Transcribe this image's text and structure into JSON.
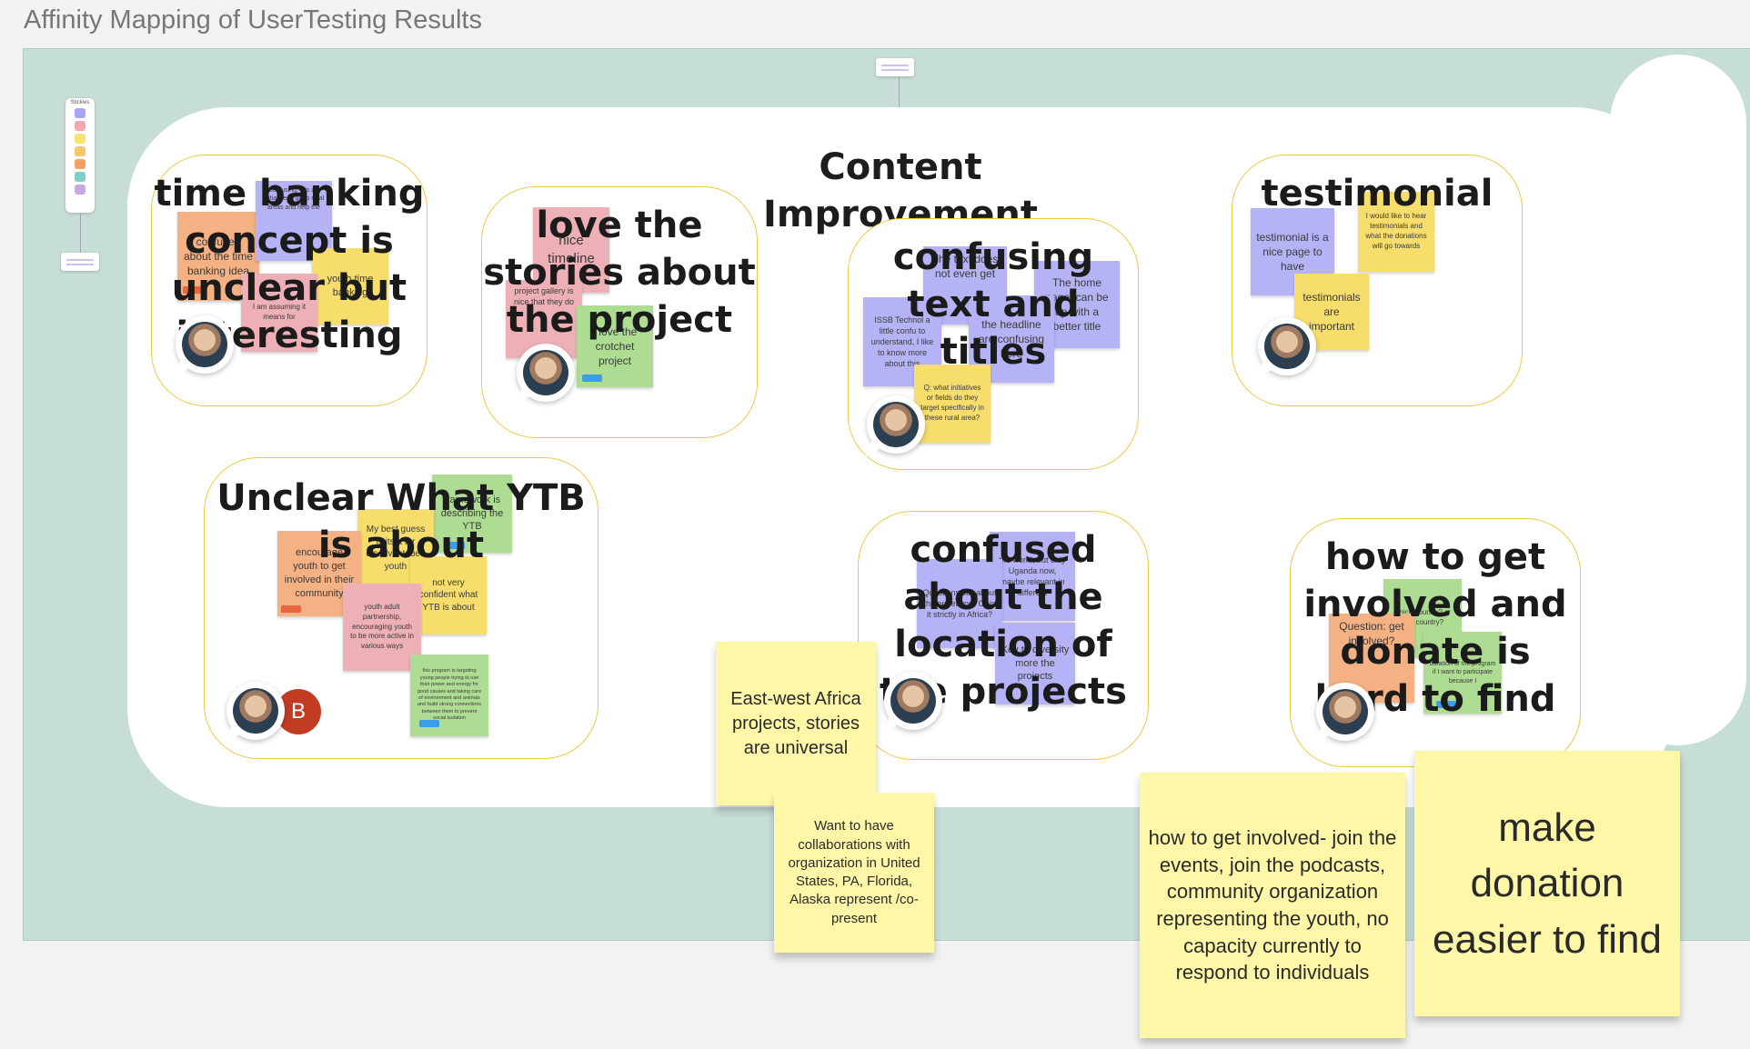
{
  "board": {
    "title": "Affinity Mapping of UserTesting Results"
  },
  "toolbar": {
    "label": "Stickies",
    "swatches": [
      "#a9a6f5",
      "#f2a7b0",
      "#f7e36f",
      "#f7c86a",
      "#f2a05f",
      "#7fd0c7",
      "#c9a8e4"
    ]
  },
  "section": {
    "title": "Content Improvement"
  },
  "clusters": {
    "time_banking": {
      "title": "time banking concept is unclear but interesting",
      "notes": {
        "n1": "confused about the time banking idea",
        "n2": "confusing, it is an initiative to go to rural areas and help the",
        "n3": "youth time banking",
        "n4": "I am assuming it means for"
      }
    },
    "love_stories": {
      "title": "love the stories about the project",
      "notes": {
        "n1": "nice timeline",
        "n2": "project gallery is nice that they do",
        "n3": "I love the crotchet project"
      }
    },
    "confusing_text": {
      "title": "confusing text and titles",
      "notes": {
        "n1": "ISSB Technol a little confu to understand, I like to know more about this",
        "n2": "The text does not even get",
        "n3": "The home page, can be up with a better title",
        "n4": "the headline are confusing here",
        "n5": "Q: what initiatives or fields do they target specifically in these rural area?"
      }
    },
    "testimonial": {
      "title": "testimonial",
      "notes": {
        "n1": "testimonial is a nice page to have",
        "n2": "I would like to hear testimonials and what the donations will go towards",
        "n3": "testimonials are important"
      }
    },
    "unclear_ytb": {
      "title": "Unclear What YTB is about",
      "notes": {
        "n1": "framework is describing the YTB",
        "n2": "My best guess is its a for disadvantaged youth",
        "n3": "encourage youth to get involved in their community",
        "n4": "not very confident what YTB is about",
        "n5": "youth adult partnership, encouraging youth to be more active in various ways",
        "n6": "this program is targeting young people trying to use their power and energy for good causes and taking care of environment and animals and build strong connections between them to prevent social isolation"
      },
      "avatar_b": "B"
    },
    "confused_location": {
      "title": "confused about the location of the projects",
      "notes": {
        "n1": "the world, but only Uganda now, maybe relevant in different",
        "n2": "Questions still about the endeavor? Or is it strictly in Africa?",
        "n3": "Key to diversity more the projects"
      }
    },
    "how_to_get": {
      "title": "how to get involved and donate is hard to find",
      "notes": {
        "n1": "Question: get involved?",
        "n2": "which country? or that country?",
        "n3": "duration of the program if I want to participate because I"
      }
    }
  },
  "floating_notes": {
    "east_west": "East-west Africa projects, stories are universal",
    "collaborations": "Want to have collaborations with organization in United States, PA, Florida, Alaska represent /co-present",
    "how_to_get_involved": "how to get involved- join the events, join the podcasts, community organization representing the youth, no capacity currently to respond to individuals",
    "make_donation": "make donation easier to find"
  },
  "colors": {
    "frame": "#c7ddd7",
    "cluster_border": "#f0c842",
    "purple": "#b5b3f6",
    "pink": "#eeb0b7",
    "yellow": "#f6dd6c",
    "green": "#aedc93",
    "orange": "#f3b184",
    "pale_yellow": "#fff7a8"
  }
}
